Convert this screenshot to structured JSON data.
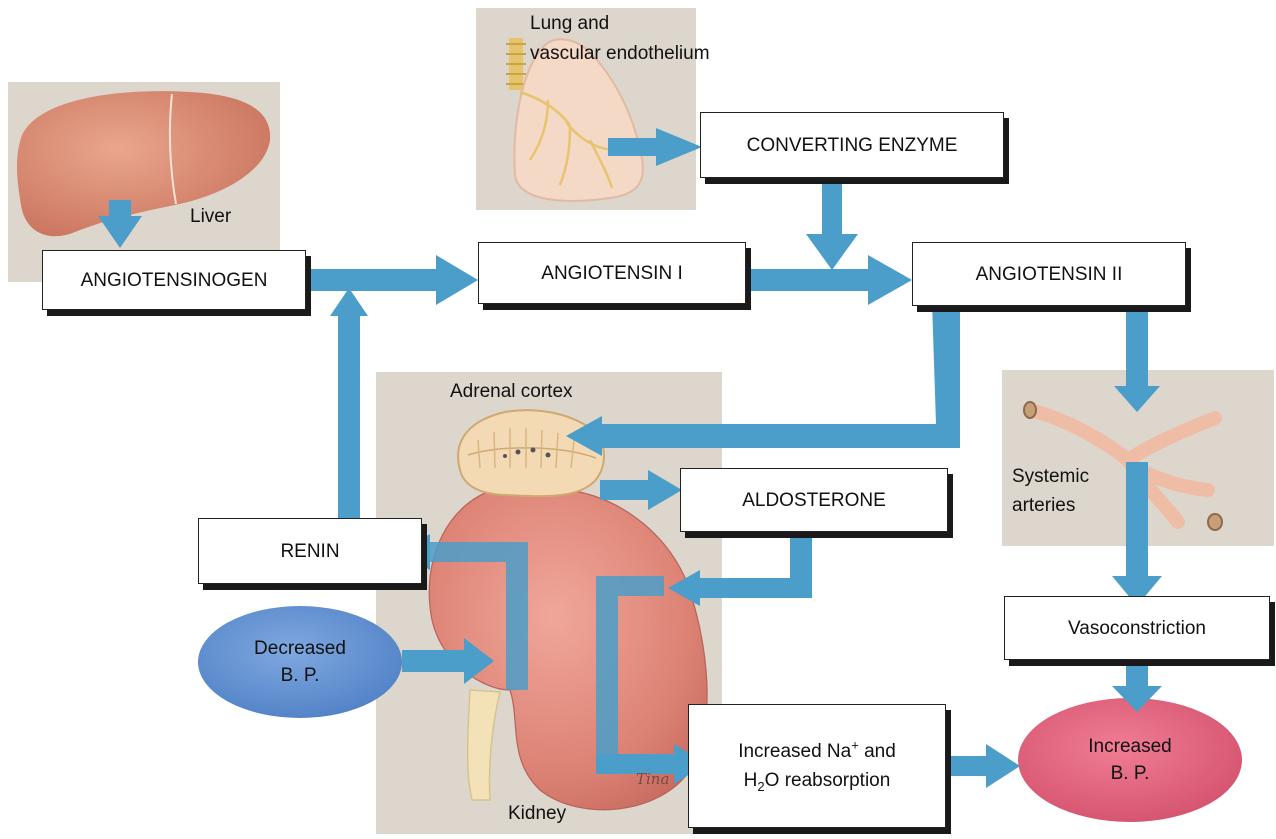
{
  "labels": {
    "lung": [
      "Lung and",
      "vascular endothelium"
    ],
    "liver": "Liver",
    "adrenal": "Adrenal cortex",
    "systemic": [
      "Systemic",
      "arteries"
    ],
    "kidney": "Kidney"
  },
  "boxes": {
    "converting_enzyme": "CONVERTING ENZYME",
    "angiotensinogen": "ANGIOTENSINOGEN",
    "angiotensin_1": "ANGIOTENSIN I",
    "angiotensin_2": "ANGIOTENSIN II",
    "aldosterone": "ALDOSTERONE",
    "renin": "RENIN",
    "vasoconstriction": "Vasoconstriction",
    "increased_na": {
      "line1_pre": "Increased Na",
      "line1_sup": "+",
      "line1_post": " and",
      "line2_pre": "H",
      "line2_sub": "2",
      "line2_post": "O reabsorption"
    }
  },
  "ovals": {
    "decreased_bp": [
      "Decreased",
      "B. P."
    ],
    "increased_bp": [
      "Increased",
      "B. P."
    ]
  },
  "signature": "Tina",
  "colors": {
    "arrow": "#4a9ec9",
    "panel": "#ddd6cc",
    "liver": "#d9876e",
    "lung": "#f3d7c6",
    "kidney": "#e18c80",
    "adrenal": "#f2d7b2",
    "artery": "#f0bfa6",
    "decreased_oval": "#5e8fd0",
    "increased_oval": "#e0607a"
  }
}
